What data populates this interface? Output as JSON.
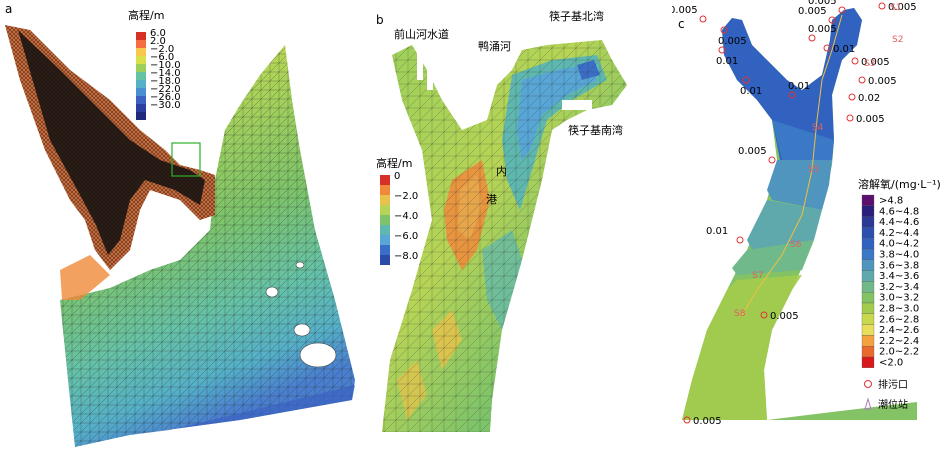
{
  "panel_a": {
    "label": "a",
    "legend_title": "高程/m",
    "legend_colors": [
      "#d73027",
      "#f46d43",
      "#f7c84b",
      "#d9e04a",
      "#9cd05a",
      "#66c2a5",
      "#55b0c8",
      "#4a8fd0",
      "#3a62c2",
      "#2b3f9e",
      "#1e2a7a"
    ],
    "legend_ticks": [
      "6.0",
      "2.0",
      "−2.0",
      "−6.0",
      "−10.0",
      "−14.0",
      "−18.0",
      "−22.0",
      "−26.0",
      "−30.0"
    ]
  },
  "panel_b": {
    "label": "b",
    "legend_title": "高程/m",
    "legend_colors": [
      "#d73027",
      "#f08a3a",
      "#e8c24a",
      "#b6d456",
      "#7cc36a",
      "#5fb8b0",
      "#58a6d6",
      "#3b6fc7",
      "#2c4aa8"
    ],
    "legend_ticks": [
      "0",
      "−2.0",
      "−4.0",
      "−6.0",
      "−8.0"
    ],
    "places": {
      "qianshan": "前山河水道",
      "yachong": "鸭涌河",
      "zhuzi_north": "筷子基北湾",
      "zhuzi_south": "筷子基南湾",
      "inner_harbour_1": "内",
      "inner_harbour_2": "港"
    }
  },
  "panel_c": {
    "label": "c",
    "legend_title": "溶解氧/(mg·L⁻¹)",
    "legend_items": [
      {
        "label": ">4.8",
        "color": "#5c0f6e"
      },
      {
        "label": "4.6~4.8",
        "color": "#2a1f7a"
      },
      {
        "label": "4.4~4.6",
        "color": "#2a3a96"
      },
      {
        "label": "4.2~4.4",
        "color": "#2d4fb0"
      },
      {
        "label": "4.0~4.2",
        "color": "#3162c0"
      },
      {
        "label": "3.8~4.0",
        "color": "#3b78c6"
      },
      {
        "label": "3.6~3.8",
        "color": "#4f95bd"
      },
      {
        "label": "3.4~3.6",
        "color": "#5fa9ad"
      },
      {
        "label": "3.2~3.4",
        "color": "#6fb98a"
      },
      {
        "label": "3.0~3.2",
        "color": "#83c265"
      },
      {
        "label": "2.8~3.0",
        "color": "#a3cc4d"
      },
      {
        "label": "2.6~2.8",
        "color": "#c9d94b"
      },
      {
        "label": "2.4~2.6",
        "color": "#e9de5a"
      },
      {
        "label": "2.2~2.4",
        "color": "#f3a23e"
      },
      {
        "label": "2.0~2.2",
        "color": "#ea6a2e"
      },
      {
        "label": "<2.0",
        "color": "#d7191c"
      }
    ],
    "outfall_label": "排污口",
    "gauge_label": "潮位站",
    "outfall_values": [
      "0.005",
      "0.005",
      "0.01",
      "0.01",
      "0.01",
      "0.005",
      "0.01",
      "0.005",
      "0.005",
      "0.005",
      "0.005",
      "0.02",
      "0.005",
      "0.005",
      "0.005",
      "0.01",
      "0.005",
      "0.005"
    ],
    "stations": [
      "S1",
      "S2",
      "S3",
      "S4",
      "S5",
      "S6",
      "S7",
      "S8"
    ]
  }
}
